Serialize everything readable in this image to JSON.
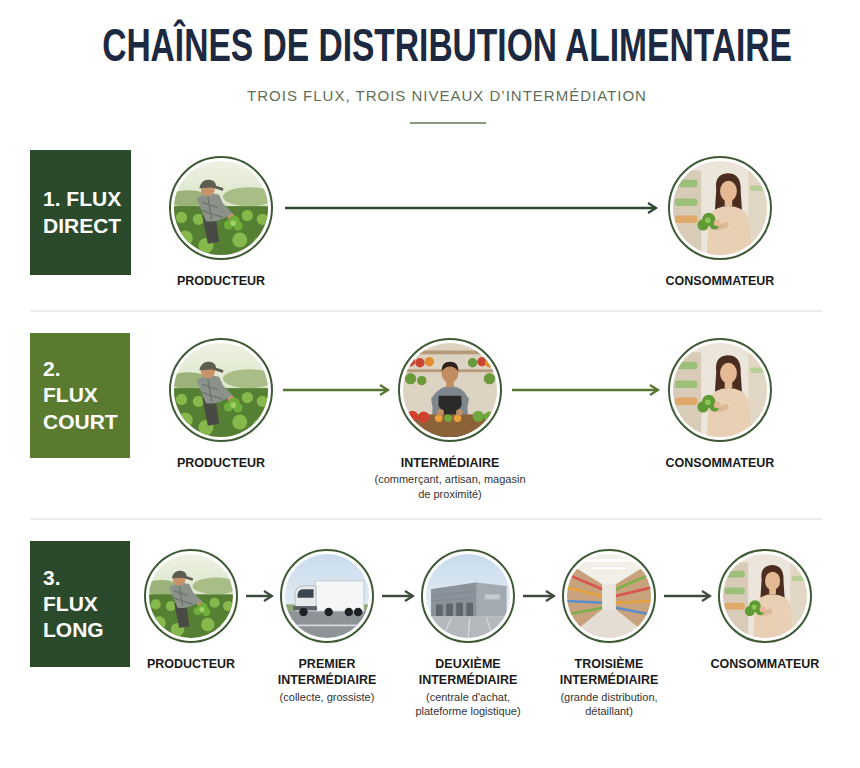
{
  "diagram": {
    "title": "CHAÎNES DE DISTRIBUTION ALIMENTAIRE",
    "nodes": [
      {
        "text": [
          "1. FLUX DIRECT"
        ]
      },
      {
        "text": [
          "PRODUCTEUR"
        ]
      },
      {
        "text": [
          "CONSOMMATEUR"
        ]
      },
      {
        "text": [
          "2. FLUX COURT"
        ]
      },
      {
        "text": [
          "PRODUCTEUR"
        ]
      },
      {
        "text": [
          "INTERMÉDIAIRE",
          "(commerçant, artisan, magasin de proximité)"
        ]
      },
      {
        "text": [
          "CONSOMMATEUR"
        ]
      },
      {
        "text": [
          "3. FLUX LONG"
        ]
      },
      {
        "text": [
          "PRODUCTEUR"
        ]
      },
      {
        "text": [
          "PREMIER INTERMÉDIAIRE",
          "(collecte, grossiste)"
        ]
      },
      {
        "text": [
          "DEUXIÈME INTERMÉDIAIRE",
          "(centrale d'achat, plateforme logistique)"
        ]
      },
      {
        "text": [
          "TROISIÈME INTERMÉDIAIRE",
          "(grande distribution, détaillant)"
        ]
      },
      {
        "text": [
          "CONSOMMATEUR"
        ]
      }
    ],
    "edges": [
      {
        "from": 1,
        "to": 2,
        "arrow": "to"
      },
      {
        "from": 4,
        "to": 5,
        "arrow": "to"
      },
      {
        "from": 5,
        "to": 6,
        "arrow": "to"
      },
      {
        "from": 8,
        "to": 9,
        "arrow": "to"
      },
      {
        "from": 9,
        "to": 10,
        "arrow": "to"
      },
      {
        "from": 10,
        "to": 11,
        "arrow": "to"
      },
      {
        "from": 11,
        "to": 12,
        "arrow": "to"
      }
    ],
    "labels": [
      "TROIS FLUX, TROIS NIVEAUX D’INTERMÉDIATION"
    ]
  }
}
